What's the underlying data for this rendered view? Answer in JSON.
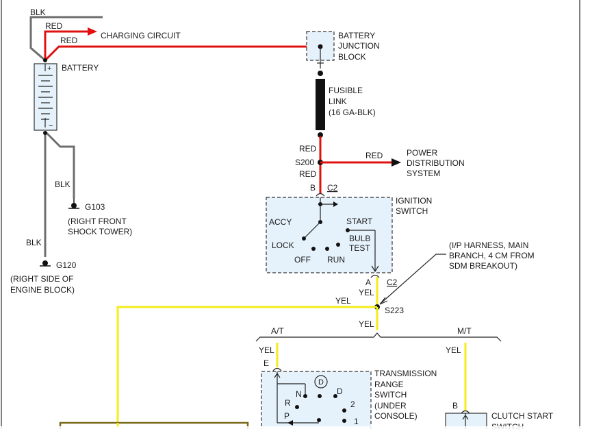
{
  "wire_labels": {
    "blk_top": "BLK",
    "red_charging": "RED",
    "red_battery": "RED",
    "blk_g103": "BLK",
    "blk_g120": "BLK",
    "red_above_s200": "RED",
    "red_pds": "RED",
    "red_below_s200": "RED",
    "yel_below_ign": "YEL",
    "yel_left": "YEL",
    "yel_below_s223": "YEL",
    "yel_at": "YEL",
    "yel_mt": "YEL"
  },
  "components": {
    "charging_circuit": "CHARGING CIRCUIT",
    "battery": "BATTERY",
    "battery_junction_block": [
      "BATTERY",
      "JUNCTION",
      "BLOCK"
    ],
    "fusible_link": [
      "FUSIBLE",
      "LINK",
      "(16 GA-BLK)"
    ],
    "power_distribution": [
      "POWER",
      "DISTRIBUTION",
      "SYSTEM"
    ],
    "ignition_switch": [
      "IGNITION",
      "SWITCH"
    ],
    "transmission_range_switch": [
      "TRANSMISSION",
      "RANGE",
      "SWITCH",
      "(UNDER",
      "CONSOLE)"
    ],
    "clutch_start_switch": [
      "CLUTCH START",
      "SWITCH"
    ]
  },
  "grounds": {
    "g103": {
      "name": "G103",
      "desc": [
        "(RIGHT FRONT",
        "SHOCK TOWER)"
      ]
    },
    "g120": {
      "name": "G120",
      "desc": [
        "(RIGHT SIDE OF",
        "ENGINE BLOCK)"
      ]
    }
  },
  "splices": {
    "s200": "S200",
    "s223": "S223",
    "s223_note": [
      "(I/P HARNESS, MAIN",
      "BRANCH, 4 CM FROM",
      "SDM BREAKOUT)"
    ]
  },
  "connectors": {
    "ign_in_pin": "B",
    "ign_in_conn": "C2",
    "ign_out_pin": "A",
    "ign_out_conn": "C2",
    "trs_pin": "E",
    "clutch_pin": "B"
  },
  "ignition_positions": {
    "accy": "ACCY",
    "start": "START",
    "lock": "LOCK",
    "bulb": "BULB",
    "test": "TEST",
    "off": "OFF",
    "run": "RUN"
  },
  "trs_positions": {
    "d_circle": "D",
    "n": "N",
    "d": "D",
    "r": "R",
    "two": "2",
    "p": "P",
    "one": "1"
  },
  "branches": {
    "at": "A/T",
    "mt": "M/T"
  },
  "colors": {
    "red_wire": "#e01010",
    "yellow_wire": "#f5ec1a",
    "black_wire": "#6e6e6e",
    "component_fill": "#e6f2fb"
  }
}
